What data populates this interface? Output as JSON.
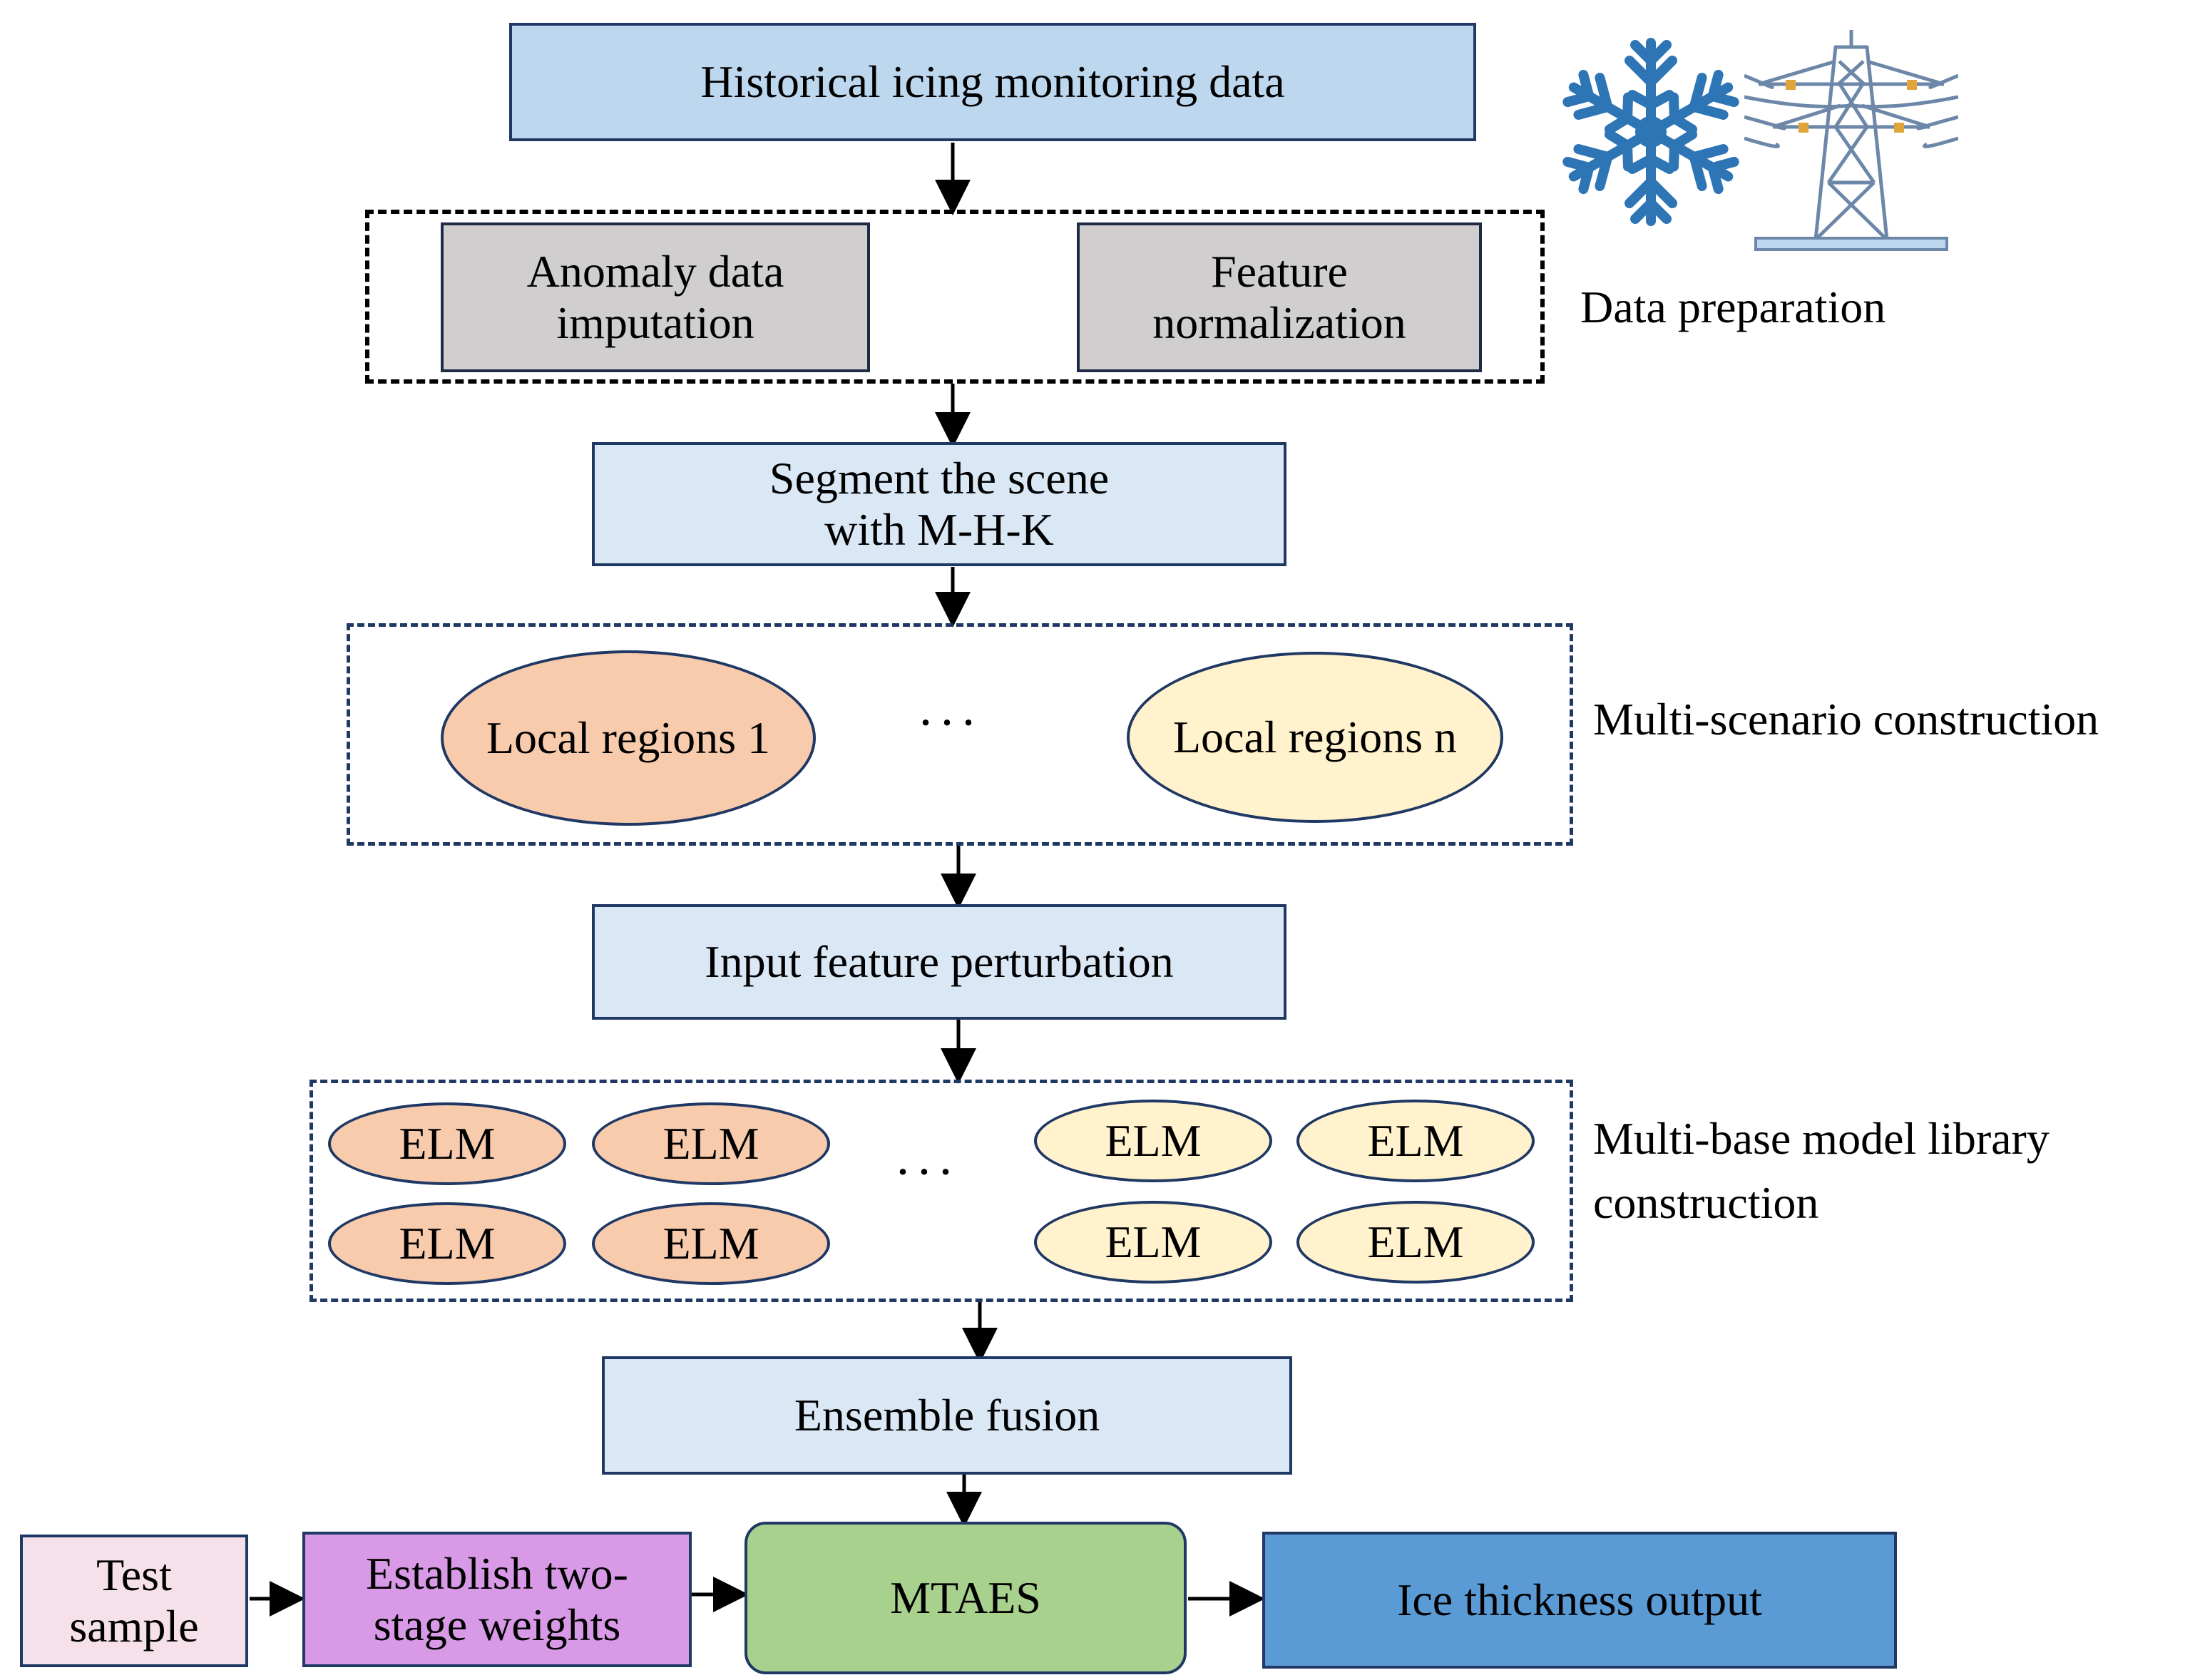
{
  "boxes": {
    "historical": "Historical icing monitoring data",
    "anomaly_line1": "Anomaly data",
    "anomaly_line2": "imputation",
    "feature_line1": "Feature",
    "feature_line2": "normalization",
    "segment_line1": "Segment the scene",
    "segment_line2": "with M-H-K",
    "perturbation": "Input feature perturbation",
    "fusion": "Ensemble fusion",
    "test_line1": "Test",
    "test_line2": "sample",
    "weights_line1": "Establish two-",
    "weights_line2": "stage weights",
    "mtaes": "MTAES",
    "output": "Ice thickness output"
  },
  "regions": {
    "first": "Local regions 1",
    "last": "Local regions n",
    "ellipsis": "···"
  },
  "models": {
    "label": "ELM",
    "ellipsis": "···"
  },
  "side_labels": {
    "data_preparation": "Data preparation",
    "multi_scenario": "Multi-scenario construction",
    "library_line1": "Multi-base model library",
    "library_line2": "construction"
  },
  "icons": [
    "snowflake-icon",
    "transmission-tower-icon"
  ],
  "colors": {
    "box_top": "#bdd7ee",
    "box_light": "#dae8f6",
    "box_gray": "#d0cece",
    "peach": "#f8cbad",
    "cream": "#fff2cc",
    "test": "#f6e1ea",
    "weights": "#d89ae6",
    "mtaes": "#a9d18e",
    "output": "#5b9bd5",
    "border": "#1f3864",
    "icon_blue": "#2e75b6"
  }
}
